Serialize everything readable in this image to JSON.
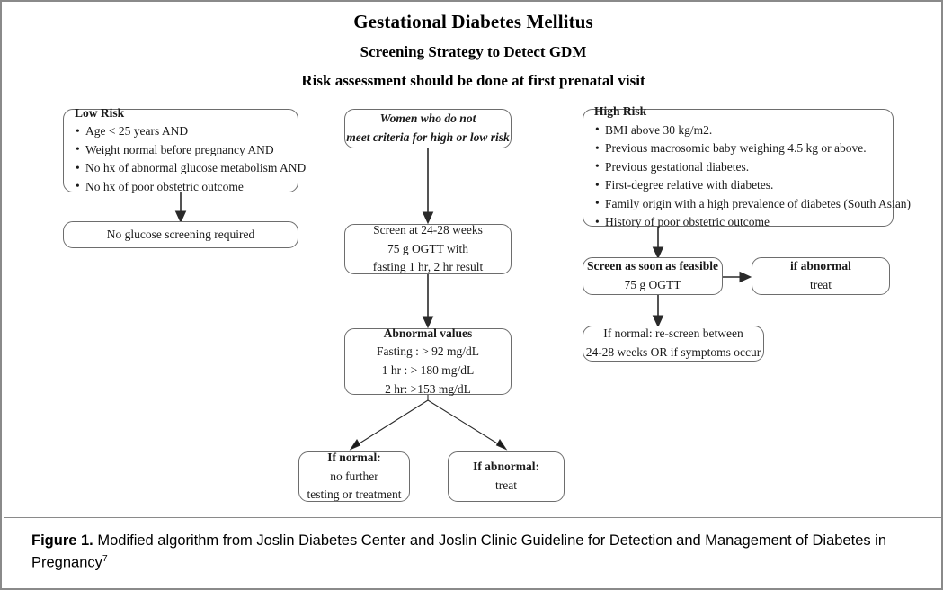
{
  "document": {
    "title_main": "Gestational Diabetes Mellitus",
    "title_sub1": "Screening Strategy to Detect GDM",
    "title_sub2": "Risk assessment should be done at first prenatal visit"
  },
  "flowchart": {
    "type": "flowchart",
    "low_risk": {
      "heading": "Low Risk",
      "bullets": [
        "Age < 25 years AND",
        "Weight normal before pregnancy AND",
        "No hx of abnormal glucose metabolism AND",
        "No hx of poor obstetric outcome"
      ]
    },
    "low_risk_outcome": {
      "text": "No glucose screening required"
    },
    "middle_entry": {
      "line1": "Women who do not",
      "line2": "meet criteria for high or low risk"
    },
    "middle_screen": {
      "line1": "Screen at 24-28 weeks",
      "line2": "75 g OGTT with",
      "line3": "fasting 1 hr, 2 hr result"
    },
    "abnormal_values": {
      "heading": "Abnormal values",
      "rows": [
        "Fasting : > 92 mg/dL",
        "1 hr : > 180 mg/dL",
        "2 hr: >153 mg/dL"
      ]
    },
    "if_normal": {
      "heading": "If normal:",
      "line1": "no further",
      "line2": "testing or treatment"
    },
    "if_abnormal_middle": {
      "heading": "If abnormal:",
      "line1": "treat"
    },
    "high_risk": {
      "heading": "High Risk",
      "bullets": [
        "BMI above 30 kg/m2.",
        "Previous macrosomic baby weighing 4.5 kg or above.",
        "Previous gestational diabetes.",
        "First-degree relative with diabetes.",
        "Family origin with a high prevalence of diabetes (South Asian)",
        "History of poor obstetric outcome"
      ]
    },
    "high_risk_screen": {
      "heading": "Screen as soon as feasible",
      "line1": "75 g OGTT"
    },
    "high_risk_abnormal": {
      "heading": "if abnormal",
      "line1": "treat"
    },
    "high_risk_normal": {
      "line1": "If normal: re-screen between",
      "line2": "24-28 weeks OR if symptoms occur"
    }
  },
  "caption": {
    "label": "Figure 1.",
    "text": " Modified algorithm from Joslin Diabetes Center and Joslin Clinic Guideline for Detection and Management of Diabetes in Pregnancy",
    "reference": "7"
  },
  "colors": {
    "box_border": "#6d6d6d",
    "connector": "#2a2a2a",
    "page_border": "#8a8a8a",
    "text": "#1a1a1a"
  }
}
